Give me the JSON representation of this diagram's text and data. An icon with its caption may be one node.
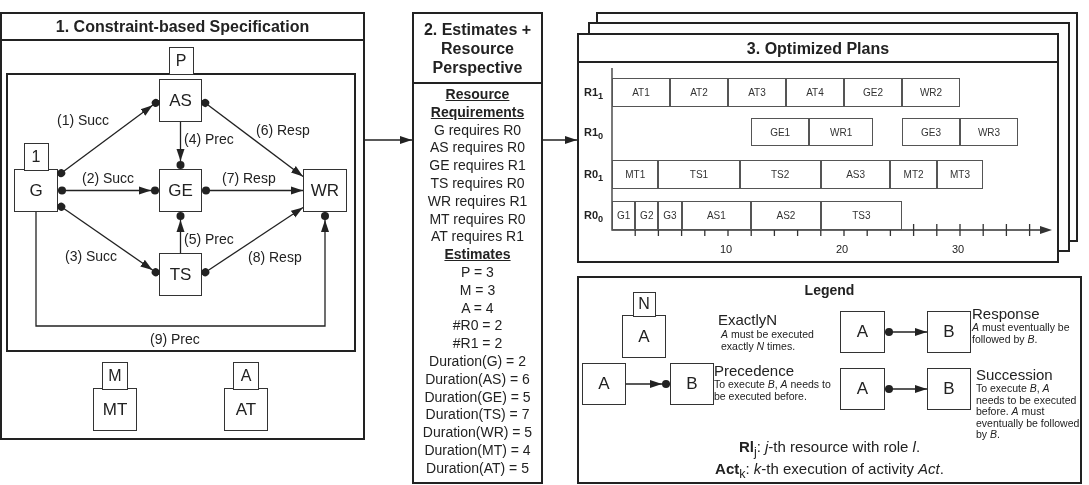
{
  "diagram": {
    "nodes": [
      {
        "text": [
          "1. Constraint-based Specification"
        ]
      },
      {
        "text": [
          "P"
        ],
        "in": 0
      },
      {
        "text": [
          "AS"
        ],
        "in": 1
      },
      {
        "text": [
          "1",
          "G"
        ],
        "in": 1
      },
      {
        "text": [
          "GE"
        ],
        "in": 1
      },
      {
        "text": [
          "WR"
        ],
        "in": 1
      },
      {
        "text": [
          "TS"
        ],
        "in": 1
      },
      {
        "text": [
          "M",
          "MT"
        ],
        "in": 0
      },
      {
        "text": [
          "A",
          "AT"
        ],
        "in": 0
      },
      {
        "text": [
          "2. Estimates + Resource Perspective",
          "Resource Requirements",
          "G requires R0",
          "AS requires R0",
          "GE requires R1",
          "TS requires R0",
          "WR requires R1",
          "MT requires R0",
          "AT requires R1",
          "Estimates",
          "P = 3",
          "M = 3",
          "A = 4",
          "#R0 = 2",
          "#R1 = 2",
          "Duration(G) = 2",
          "Duration(AS) = 6",
          "Duration(GE) = 5",
          "Duration(TS) = 7",
          "Duration(WR) = 5",
          "Duration(MT) = 4",
          "Duration(AT) = 5"
        ]
      },
      {
        "text": [
          "3. Optimized Plans"
        ]
      },
      {
        "text": [
          "Legend"
        ]
      },
      {
        "text": [
          "N",
          "A"
        ],
        "in": 11
      },
      {
        "text": [
          "A"
        ],
        "in": 11
      },
      {
        "text": [
          "B"
        ],
        "in": 11
      },
      {
        "text": [
          "A"
        ],
        "in": 11
      },
      {
        "text": [
          "B"
        ],
        "in": 11
      },
      {
        "text": [
          "A"
        ],
        "in": 11
      },
      {
        "text": [
          "B"
        ],
        "in": 11
      },
      {
        "text": [
          "AT1"
        ],
        "in": 10
      },
      {
        "text": [
          "AT2"
        ],
        "in": 10
      },
      {
        "text": [
          "AT3"
        ],
        "in": 10
      },
      {
        "text": [
          "AT4"
        ],
        "in": 10
      },
      {
        "text": [
          "GE2"
        ],
        "in": 10
      },
      {
        "text": [
          "WR2"
        ],
        "in": 10
      },
      {
        "text": [
          "GE1"
        ],
        "in": 10
      },
      {
        "text": [
          "WR1"
        ],
        "in": 10
      },
      {
        "text": [
          "GE3"
        ],
        "in": 10
      },
      {
        "text": [
          "WR3"
        ],
        "in": 10
      },
      {
        "text": [
          "MT1"
        ],
        "in": 10
      },
      {
        "text": [
          "TS1"
        ],
        "in": 10
      },
      {
        "text": [
          "TS2"
        ],
        "in": 10
      },
      {
        "text": [
          "AS3"
        ],
        "in": 10
      },
      {
        "text": [
          "MT2"
        ],
        "in": 10
      },
      {
        "text": [
          "MT3"
        ],
        "in": 10
      },
      {
        "text": [
          "G1"
        ],
        "in": 10
      },
      {
        "text": [
          "G2"
        ],
        "in": 10
      },
      {
        "text": [
          "G3"
        ],
        "in": 10
      },
      {
        "text": [
          "AS1"
        ],
        "in": 10
      },
      {
        "text": [
          "AS2"
        ],
        "in": 10
      },
      {
        "text": [
          "TS3"
        ],
        "in": 10
      }
    ],
    "edges": [
      {
        "from": 3,
        "to": 2,
        "arrow": "to",
        "label": "(1) Succ"
      },
      {
        "from": 3,
        "to": 4,
        "arrow": "to",
        "label": "(2) Succ"
      },
      {
        "from": 3,
        "to": 6,
        "arrow": "to",
        "label": "(3) Succ"
      },
      {
        "from": 2,
        "to": 4,
        "arrow": "to",
        "label": "(4) Prec"
      },
      {
        "from": 6,
        "to": 4,
        "arrow": "to",
        "label": "(5) Prec"
      },
      {
        "from": 2,
        "to": 5,
        "arrow": "to",
        "label": "(6) Resp"
      },
      {
        "from": 4,
        "to": 5,
        "arrow": "to",
        "label": "(7) Resp"
      },
      {
        "from": 6,
        "to": 5,
        "arrow": "to",
        "label": "(8) Resp"
      },
      {
        "from": 3,
        "to": 5,
        "arrow": "to",
        "label": "(9) Prec"
      },
      {
        "from": 0,
        "to": 9,
        "arrow": "to"
      },
      {
        "from": 9,
        "to": 10,
        "arrow": "to"
      },
      {
        "from": 13,
        "to": 14,
        "arrow": "to"
      },
      {
        "from": 15,
        "to": 16,
        "arrow": "to"
      },
      {
        "from": 17,
        "to": 18,
        "arrow": "to"
      }
    ],
    "labels": [
      "R1$_{1}$",
      "R1$_{0}$",
      "R0$_{1}$",
      "R0$_{0}$",
      "10",
      "20",
      "30",
      "ExactlyN",
      "*A* must be executed exactly *N* times.",
      "Response",
      "*A* must eventually be followed by *B*.",
      "Precedence",
      "To execute *B*, *A* needs to be executed before.",
      "Succession",
      "To execute *B*, *A* needs to be executed before. *A* must eventually be followed by *B*.",
      "**Rl**$_{j}$: *j*-th resource with role *l*.",
      "**Act**$_{k}$: *k*-th execution of activity *Act*."
    ]
  }
}
